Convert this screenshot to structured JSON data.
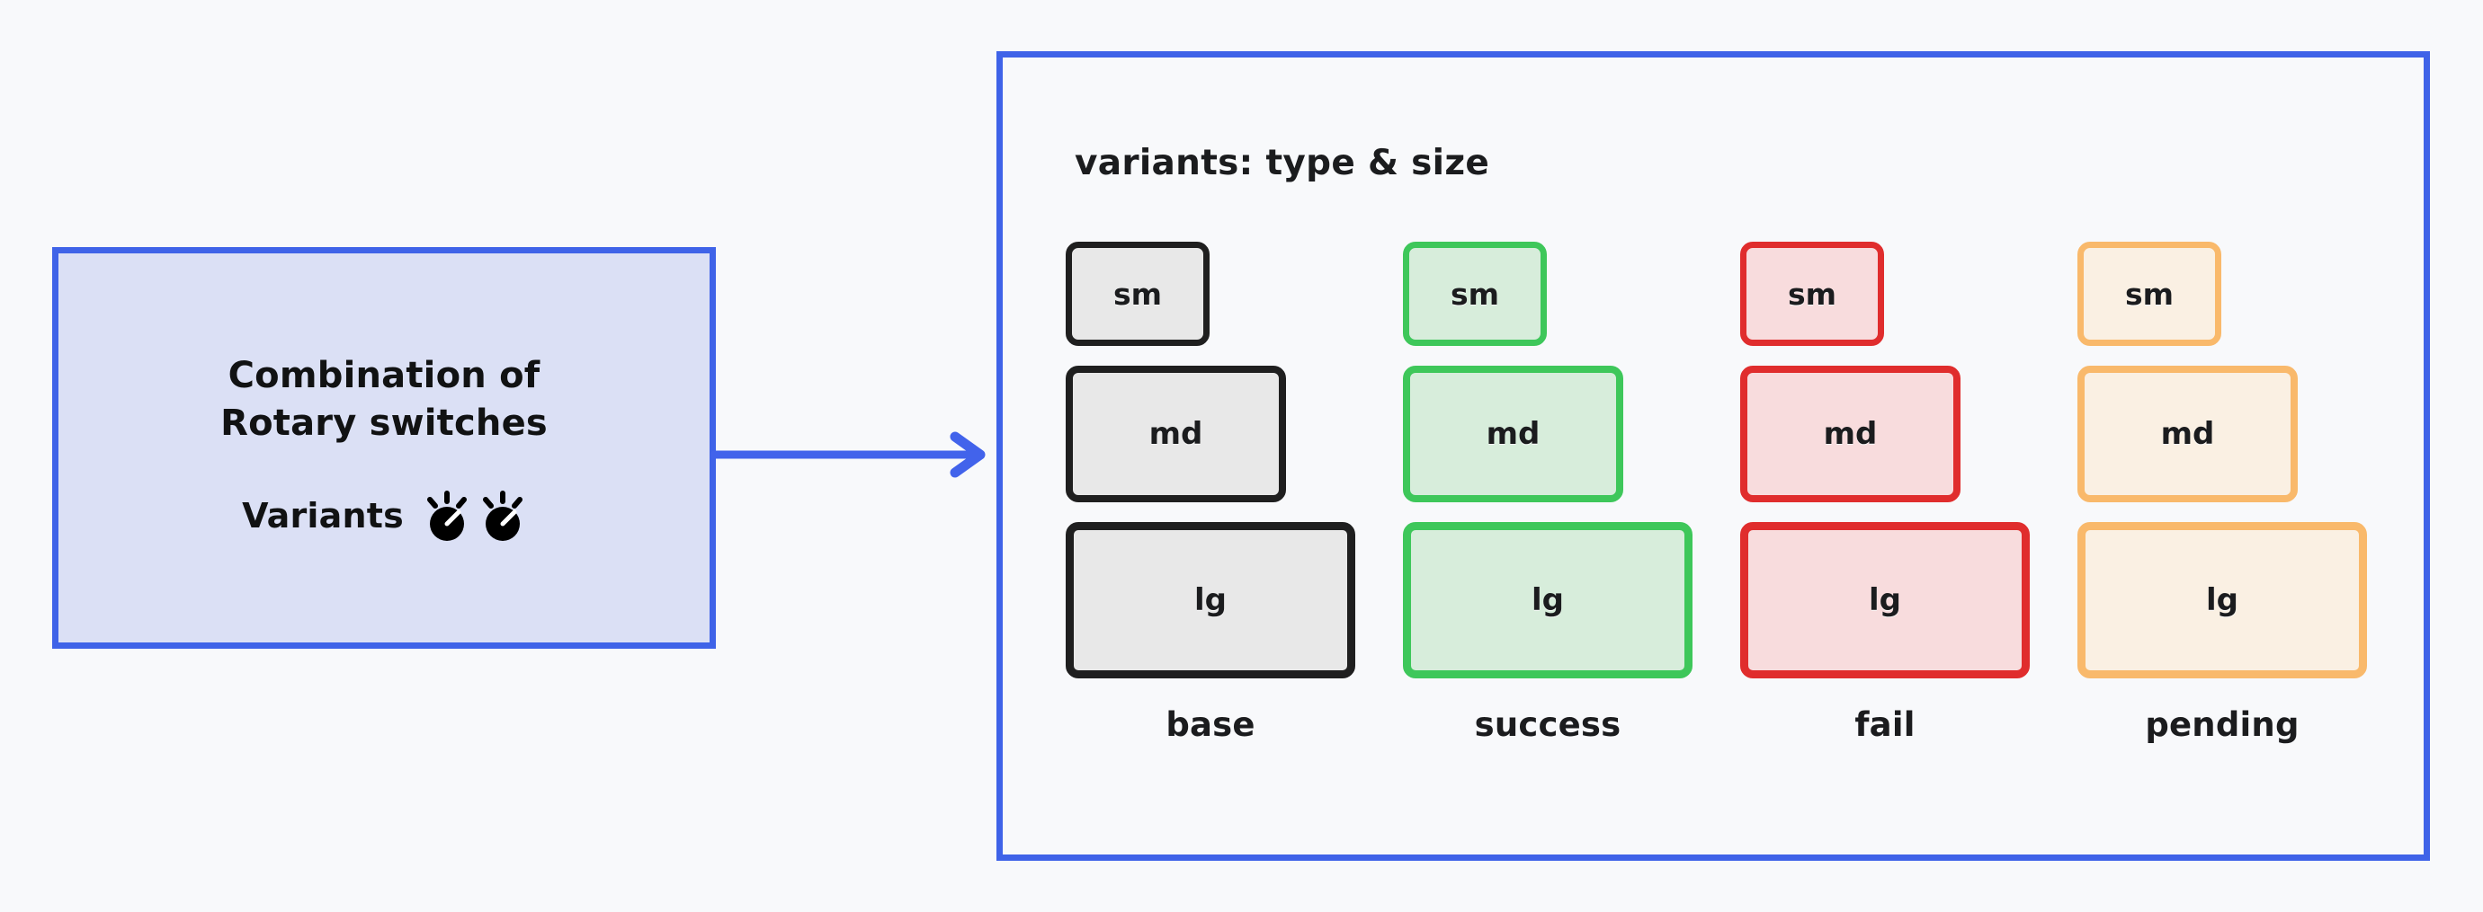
{
  "canvas": {
    "background": "#f8f9fb",
    "accent": "#3f63e8"
  },
  "source": {
    "title": "Combination of\nRotary switches",
    "subtitle": "Variants",
    "fill": "#dbe0f5",
    "border": "#3f63e8",
    "knobs": [
      {
        "icon": "rotary-knob-icon"
      },
      {
        "icon": "rotary-knob-icon"
      }
    ]
  },
  "connector": {
    "icon": "arrow-right-icon",
    "color": "#4263eb"
  },
  "panel": {
    "heading": "variants: type & size",
    "border": "#3f63e8",
    "fill": "#f8f9fb",
    "sizes": [
      "sm",
      "md",
      "lg"
    ],
    "columns": [
      {
        "label": "base",
        "border_color": "#1f1f1f",
        "fill_color": "#e8e8e8",
        "cards": [
          {
            "size": "sm",
            "label": "sm"
          },
          {
            "size": "md",
            "label": "md"
          },
          {
            "size": "lg",
            "label": "lg"
          }
        ]
      },
      {
        "label": "success",
        "border_color": "#3ec75a",
        "fill_color": "#d7eddb",
        "cards": [
          {
            "size": "sm",
            "label": "sm"
          },
          {
            "size": "md",
            "label": "md"
          },
          {
            "size": "lg",
            "label": "lg"
          }
        ]
      },
      {
        "label": "fail",
        "border_color": "#e02d2d",
        "fill_color": "#f8dcdd",
        "cards": [
          {
            "size": "sm",
            "label": "sm"
          },
          {
            "size": "md",
            "label": "md"
          },
          {
            "size": "lg",
            "label": "lg"
          }
        ]
      },
      {
        "label": "pending",
        "border_color": "#f9b96b",
        "fill_color": "#faf0e3",
        "cards": [
          {
            "size": "sm",
            "label": "sm"
          },
          {
            "size": "md",
            "label": "md"
          },
          {
            "size": "lg",
            "label": "lg"
          }
        ]
      }
    ]
  }
}
